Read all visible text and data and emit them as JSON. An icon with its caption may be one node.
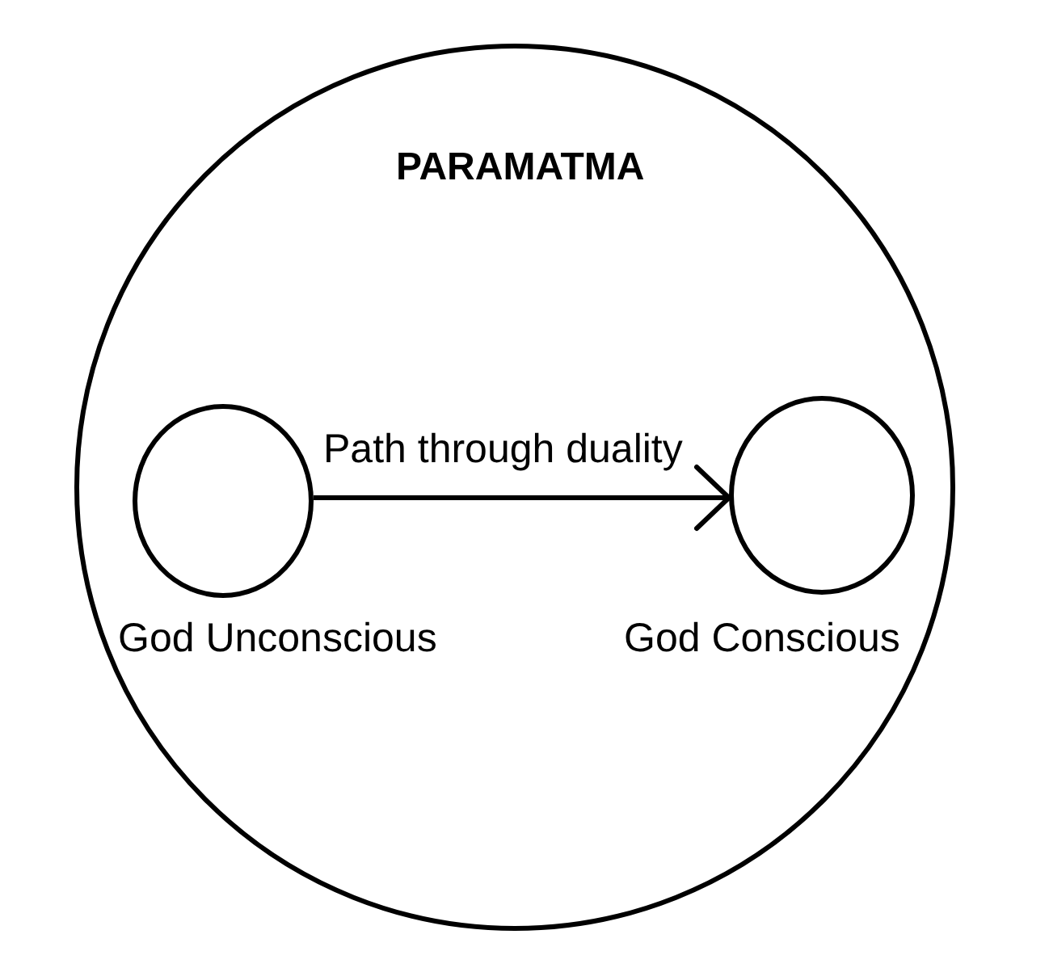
{
  "diagram": {
    "nodes": [
      {
        "text": [
          "PARAMATMA"
        ]
      },
      {
        "text": [],
        "shape": "circle",
        "in": 0,
        "beside": [
          "God Unconscious"
        ]
      },
      {
        "text": [],
        "shape": "circle",
        "in": 0,
        "beside": [
          "God Conscious"
        ]
      }
    ],
    "edges": [
      {
        "from": 1,
        "to": 2,
        "arrow": "to",
        "label": "Path through duality"
      }
    ]
  }
}
